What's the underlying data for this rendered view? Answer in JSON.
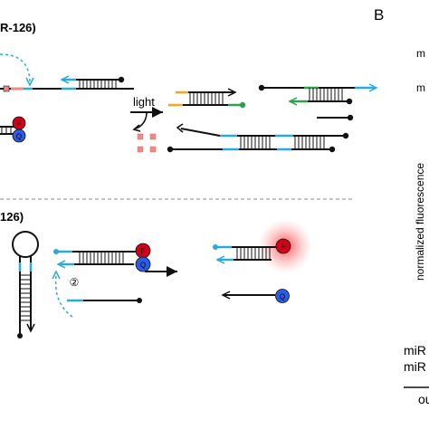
{
  "panel_top_title": "R-126)",
  "panel_bottom_title": "126)",
  "panel_b_label": "B",
  "light_label": "light",
  "circled_step": "②",
  "fluorophore_letter": "F",
  "quencher_letter": "Q",
  "y_axis_label": "normalized fluorescence",
  "right_clip_top_1": "m",
  "right_clip_top_2": "m",
  "bottom_right_1": "miR",
  "bottom_right_2": "miR",
  "bottom_right_3": "ou",
  "colors": {
    "strand": "#111111",
    "blue": "#29a9e0",
    "orange": "#f5a623",
    "green": "#2ca24f",
    "fluorophore": "#d0021b",
    "quencher": "#2b5ce6",
    "pink": "#f08a8a",
    "divider": "#888888",
    "glow": "#ff3b3b"
  }
}
